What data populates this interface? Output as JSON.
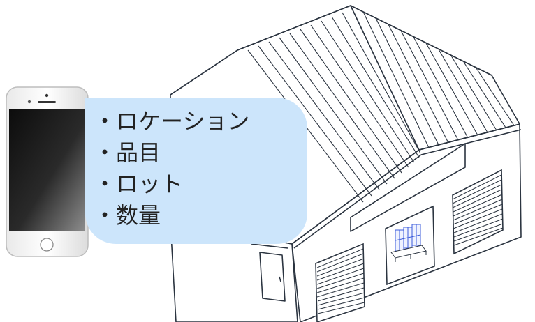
{
  "bubble": {
    "items": [
      "・ロケーション",
      "・品目",
      "・ロット",
      "・数量"
    ],
    "fill": "#cce5fb"
  },
  "icons": [
    "smartphone-icon",
    "warehouse-icon",
    "pallet-icon",
    "rolling-shutter-icon",
    "door-icon"
  ],
  "colors": {
    "outline": "#2b3440",
    "screen_dark": "#1b1b1b",
    "pallet_accent": "#3b5bdb"
  }
}
